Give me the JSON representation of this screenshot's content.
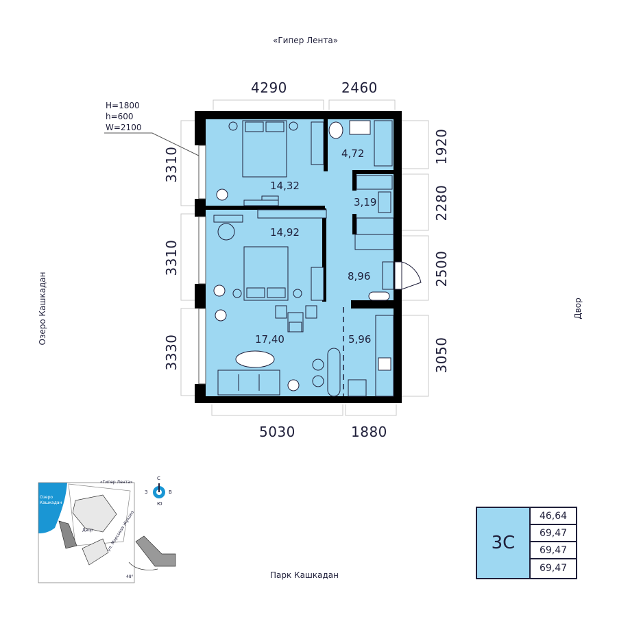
{
  "orientation": {
    "top": "«Гипер Лента»",
    "bottom": "Парк Кашкадан",
    "left": "Озеро Кашкадан",
    "right": "Двор"
  },
  "window_spec": {
    "H": "H=1800",
    "h": "h=600",
    "W": "W=2100"
  },
  "dimensions": {
    "top": [
      "4290",
      "2460"
    ],
    "bottom": [
      "5030",
      "1880"
    ],
    "left": [
      "3310",
      "3310",
      "3330"
    ],
    "right": [
      "1920",
      "2280",
      "2500",
      "3050"
    ]
  },
  "rooms": [
    {
      "area": "14,32"
    },
    {
      "area": "14,92"
    },
    {
      "area": "17,40"
    },
    {
      "area": "4,72"
    },
    {
      "area": "3,19"
    },
    {
      "area": "8,96"
    },
    {
      "area": "5,96"
    }
  ],
  "apartment": {
    "type": "3С",
    "areas": [
      "46,64",
      "69,47",
      "69,47",
      "69,47"
    ]
  },
  "site_plan": {
    "lake": "Озеро Кашкадан",
    "store": "«Гипер Лента»",
    "yard": "Двор",
    "street": "ул. Марсовая Жукова",
    "angle": "48°",
    "compass": {
      "n": "С",
      "s": "Ю",
      "w": "З",
      "e": "В"
    }
  },
  "colors": {
    "room_fill": "#9ed8f2",
    "wall": "#000000",
    "ink": "#1f1f3a"
  }
}
